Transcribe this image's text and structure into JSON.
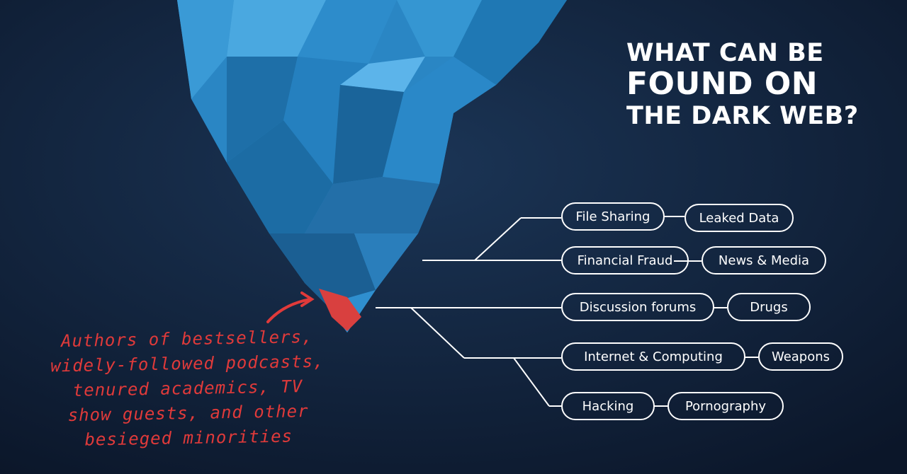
{
  "title": {
    "line1": "WHAT CAN BE",
    "line2": "FOUND ON",
    "line3": "THE DARK WEB?"
  },
  "rows": [
    {
      "left": "File Sharing",
      "right": "Leaked Data"
    },
    {
      "left": "Financial Fraud",
      "right": "News & Media"
    },
    {
      "left": "Discussion forums",
      "right": "Drugs"
    },
    {
      "left": "Internet & Computing",
      "right": "Weapons"
    },
    {
      "left": "Hacking",
      "right": "Pornography"
    }
  ],
  "annotation": {
    "lines": [
      "Authors of bestsellers,",
      "widely-followed podcasts,",
      "tenured academics, TV",
      "show guests, and other",
      "besieged minorities"
    ],
    "color": "#e03a3a"
  },
  "colors": {
    "background": "#0e1a30",
    "ice": "#2a86c4",
    "tip": "#d9403f",
    "line": "#ffffff"
  }
}
